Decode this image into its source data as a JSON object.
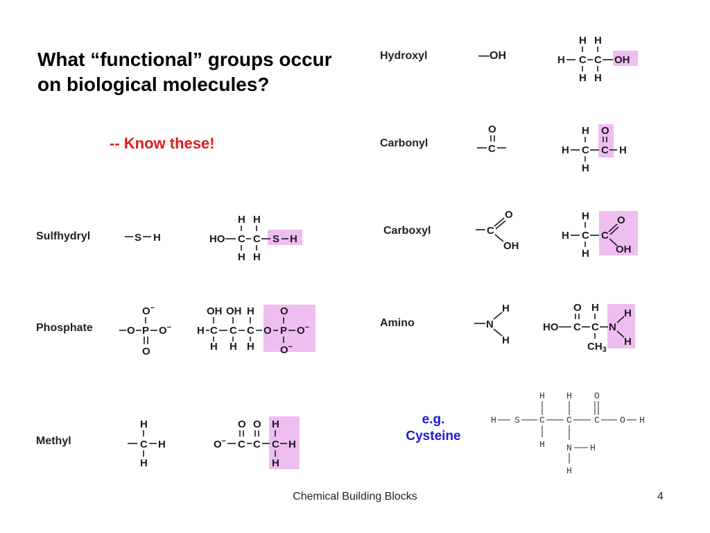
{
  "slide": {
    "title": "What “functional” groups occur on biological molecules?",
    "subtitle": "-- Know these!",
    "example_eg": "e.g.",
    "example_name": "Cysteine",
    "footer": "Chemical Building Blocks",
    "page_number": "4"
  },
  "groups": {
    "hydroxyl": {
      "name": "Hydroxyl",
      "group": "—OH"
    },
    "carbonyl": {
      "name": "Carbonyl"
    },
    "carboxyl": {
      "name": "Carboxyl"
    },
    "amino": {
      "name": "Amino"
    },
    "sulfhydryl": {
      "name": "Sulfhydryl"
    },
    "phosphate": {
      "name": "Phosphate"
    },
    "methyl": {
      "name": "Methyl"
    }
  },
  "colors": {
    "highlight": "#f0bdf0",
    "subtitle": "#e31b1b",
    "example": "#1a1ad6"
  }
}
